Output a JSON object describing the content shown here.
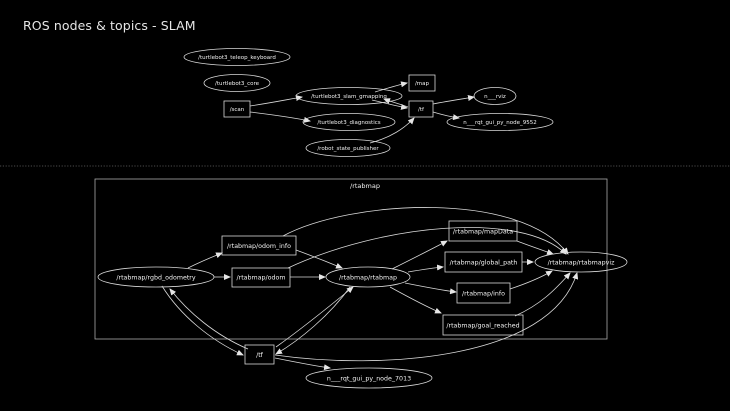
{
  "title": "ROS nodes & topics - SLAM",
  "colors": {
    "background": "#000000",
    "stroke": "#d9d9d9",
    "text": "#f2f2f2",
    "separator": "#666666"
  },
  "top_graph": {
    "nodes": {
      "teleop": "/turtlebot3_teleop_keyboard",
      "core": "/turtlebot3_core",
      "scan": "/scan",
      "slam": "/turtlebot3_slam_gmapping",
      "diag": "/turtlebot3_diagnostics",
      "rsp": "/robot_state_publisher",
      "map": "/map",
      "tf": "/tf",
      "rviz": "n___rviz",
      "rqt": "n___rqt_gui_py_node_9552"
    }
  },
  "bottom_graph": {
    "cluster": "/rtabmap",
    "nodes": {
      "rgbd": "/rtabmap/rgbd_odometry",
      "odom_info": "/rtabmap/odom_info",
      "odom": "/rtabmap/odom",
      "rtabmap": "/rtabmap/rtabmap",
      "mapData": "/rtabmap/mapData",
      "global_path": "/rtabmap/global_path",
      "info": "/rtabmap/info",
      "goal_reached": "/rtabmap/goal_reached",
      "viz": "/rtabmap/rtabmapviz",
      "tf": "/tf",
      "rqt": "n___rqt_gui_py_node_7013"
    }
  }
}
